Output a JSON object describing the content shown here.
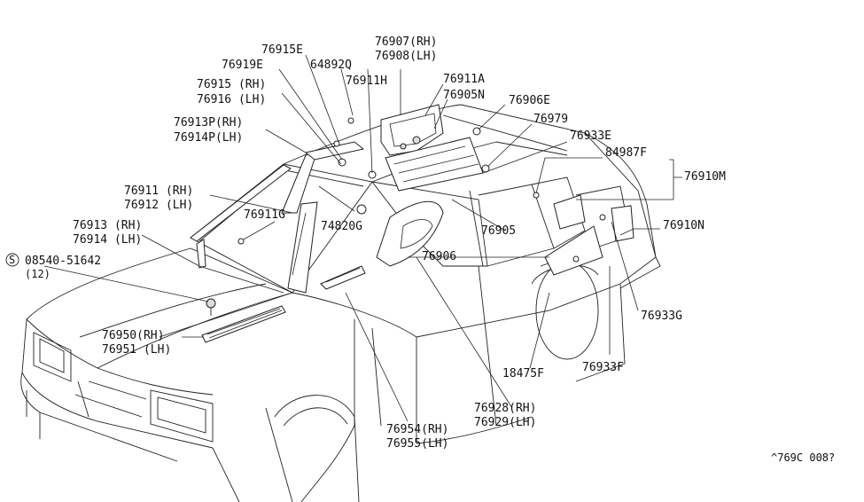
{
  "labels": {
    "p76915E": "76915E",
    "p76919E": "76919E",
    "p64892Q": "64892Q",
    "p76907": "76907(RH)",
    "p76908": "76908(LH)",
    "p76911H": "76911H",
    "p76911A": "76911A",
    "p76905N": "76905N",
    "p76906E": "76906E",
    "p76915": "76915 (RH)",
    "p76916": "76916 (LH)",
    "p76979": "76979",
    "p76913P": "76913P(RH)",
    "p76914P": "76914P(LH)",
    "p76933E": "76933E",
    "p84987F": "84987F",
    "p76910M": "76910M",
    "p76911": "76911 (RH)",
    "p76912": "76912 (LH)",
    "p76911G": "76911G",
    "p74820G": "74820G",
    "p76905": "76905",
    "p76910N": "76910N",
    "p76913": "76913 (RH)",
    "p76914": "76914 (LH)",
    "p08540": "08540-51642",
    "p08540qty": "(12)",
    "p08540sym": "S",
    "p76906": "76906",
    "p76933G": "76933G",
    "p76950": "76950(RH)",
    "p76951": "76951 (LH)",
    "p18475F": "18475F",
    "p76933F": "76933F",
    "p76928": "76928(RH)",
    "p76929": "76929(LH)",
    "p76954": "76954(RH)",
    "p76955": "76955(LH)",
    "code": "^769C 008?"
  }
}
